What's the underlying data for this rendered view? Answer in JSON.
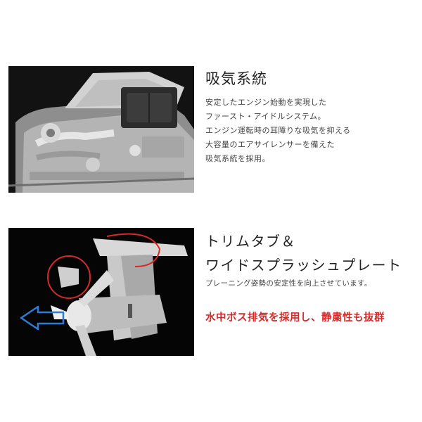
{
  "intake": {
    "image": "intake-system-engine-photo",
    "title": "吸気系統",
    "lines": [
      "安定したエンジン始動を実現した",
      "ファースト・アイドルシステム。",
      "エンジン運転時の耳障りな吸気を抑える",
      "大容量のエアサイレンサーを備えた",
      "吸気系統を採用。"
    ]
  },
  "trim": {
    "image": "trim-tab-propeller-photo",
    "title_line1": "トリムタブ＆",
    "title_line2": "ワイドスプラッシュプレート",
    "description": "プレーニング姿勢の安定性を向上させています。",
    "highlight": "水中ボス排気を採用し、静粛性も抜群",
    "highlight_color": "#d42a2a"
  }
}
